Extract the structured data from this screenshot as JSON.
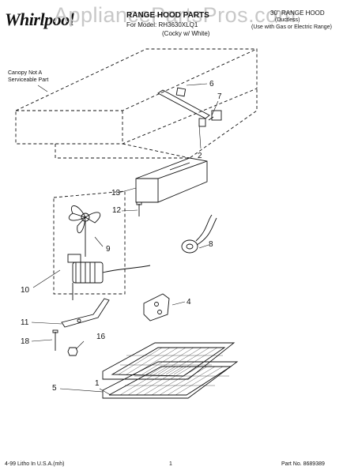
{
  "header": {
    "brand": "Whirlpool",
    "watermark": "AppliancePartsPros.com",
    "title": "RANGE HOOD PARTS",
    "model": "For Model: RH3630XLQ1",
    "color": "(Cocky w/ White)",
    "right_line1": "30\" RANGE HOOD",
    "right_line2": "(Ductless)",
    "right_line3": "(Use with Gas or Electric Range)"
  },
  "notes": {
    "canopy_line1": "Canopy Not A",
    "canopy_line2": "Serviceable Part"
  },
  "callouts": [
    "1",
    "2",
    "4",
    "5",
    "6",
    "7",
    "8",
    "9",
    "10",
    "11",
    "12",
    "13",
    "16",
    "18"
  ],
  "footer": {
    "left": "4-99 Litho In U.S.A.(mh)",
    "page": "1",
    "part_no": "Part No. 8689389"
  },
  "colors": {
    "ink": "#111111",
    "watermark": "#c8c8c8"
  }
}
